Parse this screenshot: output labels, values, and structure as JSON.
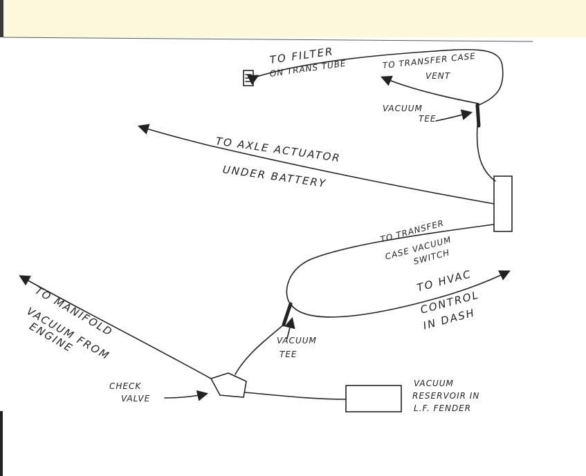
{
  "title": "Vacuum line routing diagram",
  "labels": {
    "filter_1": "TO FILTER",
    "filter_2": "ON TRANS TUBE",
    "vent_1": "TO TRANSFER CASE",
    "vent_2": "VENT",
    "tee_top_1": "VACUUM",
    "tee_top_2": "TEE",
    "axle_1": "TO AXLE ACTUATOR",
    "axle_2": "UNDER BATTERY",
    "switch_1": "TO TRANSFER",
    "switch_2": "CASE VACUUM",
    "switch_3": "SWITCH",
    "hvac_1": "TO HVAC",
    "hvac_2": "CONTROL",
    "hvac_3": "IN DASH",
    "tee_bottom_1": "VACUUM",
    "tee_bottom_2": "TEE",
    "manifold_1": "TO MANIFOLD",
    "manifold_2": "VACUUM FROM",
    "manifold_3": "ENGINE",
    "check_1": "CHECK",
    "check_2": "VALVE",
    "reservoir_1": "VACUUM",
    "reservoir_2": "RESERVOIR IN",
    "reservoir_3": "L.F. FENDER"
  },
  "colors": {
    "paper": "#ffffff",
    "band": "#fbf8dc",
    "ink": "#222222"
  }
}
